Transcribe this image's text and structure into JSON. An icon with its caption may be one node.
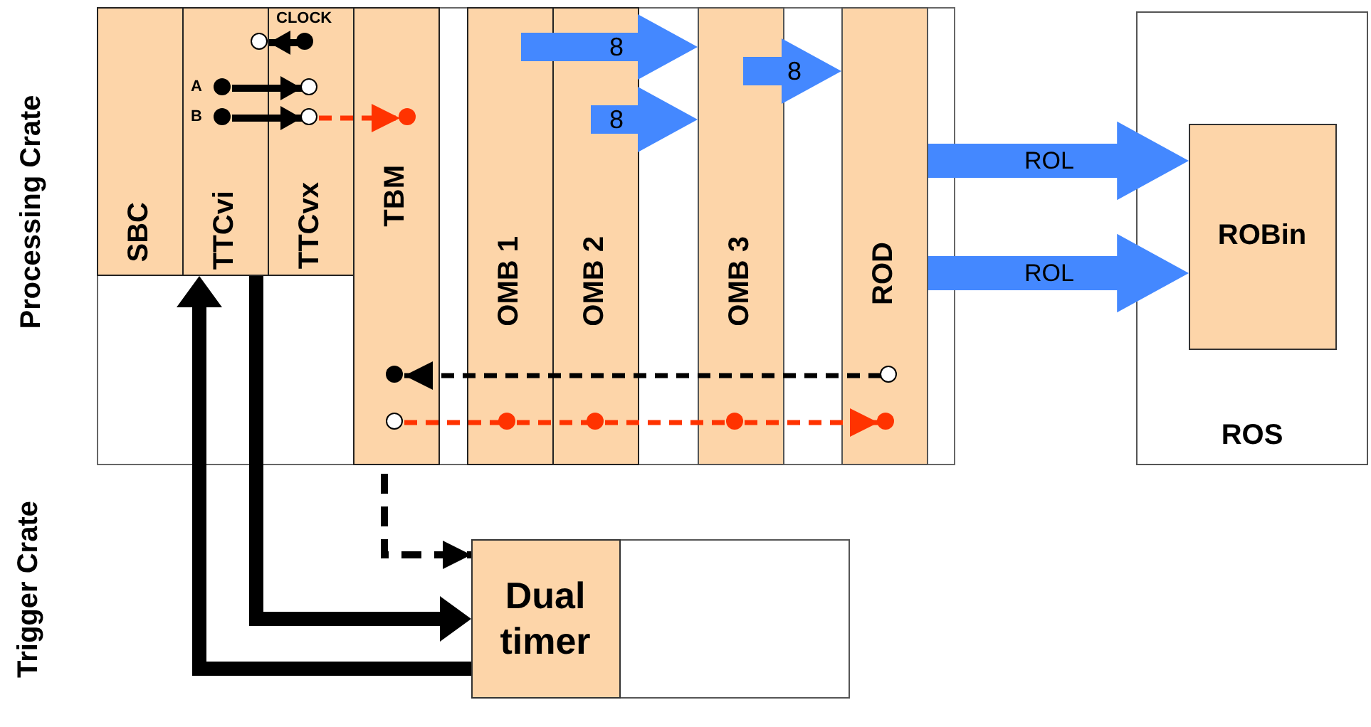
{
  "diagram": {
    "nodes": [
      {
        "text": [
          "Processing Crate"
        ]
      },
      {
        "text": [
          "SBC"
        ],
        "in": 0
      },
      {
        "text": [
          "TTCvi"
        ],
        "in": 0
      },
      {
        "text": [
          "TTCvx"
        ],
        "in": 0
      },
      {
        "text": [
          "TBM"
        ],
        "in": 0
      },
      {
        "text": [
          "OMB 1"
        ],
        "in": 0
      },
      {
        "text": [
          "OMB 2"
        ],
        "in": 0
      },
      {
        "text": [
          "OMB 3"
        ],
        "in": 0
      },
      {
        "text": [
          "ROD"
        ],
        "in": 0
      },
      {
        "text": [
          "ROS"
        ]
      },
      {
        "text": [
          "ROBin"
        ],
        "in": 9
      },
      {
        "text": [],
        "shape": "box"
      },
      {
        "text": [
          "Dual timer"
        ],
        "in": 11
      },
      {
        "text": [],
        "shape": "circle",
        "in": 2
      },
      {
        "text": [],
        "shape": "circle",
        "in": 3
      },
      {
        "text": [],
        "shape": "circle",
        "in": 2
      },
      {
        "text": [],
        "shape": "circle",
        "in": 3
      },
      {
        "text": [],
        "shape": "circle",
        "in": 2
      },
      {
        "text": [],
        "shape": "circle",
        "in": 3
      },
      {
        "text": [],
        "shape": "circle",
        "in": 4
      },
      {
        "text": [],
        "shape": "circle",
        "in": 4
      },
      {
        "text": [],
        "shape": "circle",
        "in": 8
      },
      {
        "text": [],
        "shape": "circle",
        "in": 4
      },
      {
        "text": [],
        "shape": "circle",
        "in": 5
      },
      {
        "text": [],
        "shape": "circle",
        "in": 6
      },
      {
        "text": [],
        "shape": "circle",
        "in": 7
      },
      {
        "text": [],
        "shape": "circle",
        "in": 8
      }
    ],
    "edges": [
      {
        "from": 14,
        "to": 13,
        "arrow": "to"
      },
      {
        "from": 15,
        "to": 16,
        "arrow": "to"
      },
      {
        "from": 17,
        "to": 18,
        "arrow": "to"
      },
      {
        "from": 18,
        "to": 19,
        "arrow": "to",
        "style": "dashed",
        "color": "#ff3300"
      },
      {
        "from": 21,
        "to": 20,
        "arrow": "to",
        "style": "dashed"
      },
      {
        "from": 22,
        "to": 23,
        "arrow": "none",
        "style": "dashed",
        "color": "#ff3300"
      },
      {
        "from": 23,
        "to": 24,
        "arrow": "none",
        "style": "dashed",
        "color": "#ff3300"
      },
      {
        "from": 24,
        "to": 25,
        "arrow": "none",
        "style": "dashed",
        "color": "#ff3300"
      },
      {
        "from": 25,
        "to": 26,
        "arrow": "to",
        "style": "dashed",
        "color": "#ff3300"
      },
      {
        "from": 5,
        "to": 7,
        "arrow": "to",
        "label": "8",
        "style": "thick",
        "color": "#4488ff"
      },
      {
        "from": 6,
        "to": 7,
        "arrow": "to",
        "label": "8",
        "style": "thick",
        "color": "#4488ff"
      },
      {
        "from": 7,
        "to": 8,
        "arrow": "to",
        "label": "8",
        "style": "thick",
        "color": "#4488ff"
      },
      {
        "from": 8,
        "to": 10,
        "arrow": "to",
        "label": "ROL",
        "style": "thick",
        "color": "#4488ff"
      },
      {
        "from": 8,
        "to": 10,
        "arrow": "to",
        "label": "ROL",
        "style": "thick",
        "color": "#4488ff"
      },
      {
        "from": 2,
        "to": 12,
        "arrow": "to",
        "style": "thick"
      },
      {
        "from": 12,
        "to": 2,
        "arrow": "to",
        "style": "thick"
      },
      {
        "from": 4,
        "to": 12,
        "arrow": "to",
        "style": "dashed"
      }
    ],
    "labels": [
      "CLOCK",
      "A",
      "B",
      "Trigger Crate"
    ]
  }
}
